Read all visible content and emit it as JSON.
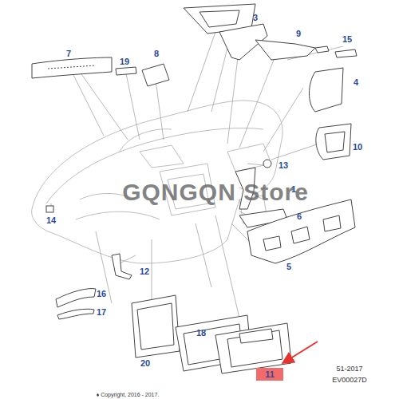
{
  "diagram": {
    "nodes": [
      {
        "text": [
          "11"
        ]
      }
    ],
    "labels": [
      "7",
      "19",
      "8",
      "3",
      "9",
      "15",
      "4",
      "10",
      "13",
      "1",
      "14",
      "6",
      "5",
      "12",
      "16",
      "17",
      "20",
      "18",
      "GQNGQN Store",
      "51-2017",
      "EV00027D",
      "♦ Copyright, 2016 - 2017."
    ]
  }
}
